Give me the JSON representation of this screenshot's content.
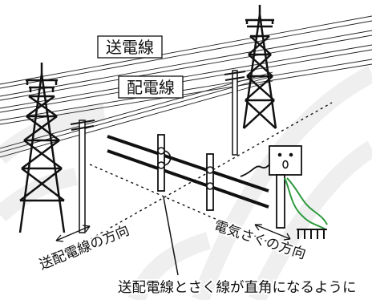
{
  "labels": {
    "transmission_line": "送電線",
    "distribution_line": "配電線",
    "line_direction": "送配電線の方向",
    "fence_direction": "電気さくの方向",
    "caption": "送配電線とさく線が直角になるように"
  },
  "colors": {
    "background": "#ffffff",
    "arc_gray": "#efefef",
    "ink": "#111111",
    "ground_wire": "#2e9a3e"
  },
  "icons": {
    "controller": "electric-fence-controller-icon",
    "ground_rod": "ground-rod-icon"
  }
}
